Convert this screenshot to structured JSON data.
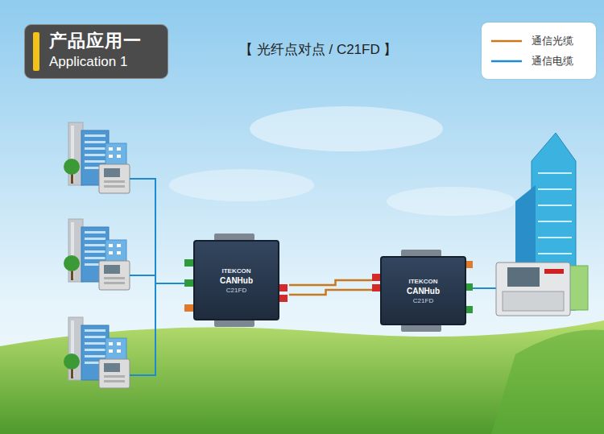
{
  "diagram": {
    "title": "【 光纤点对点 / C21FD 】",
    "nodes": [
      {
        "text": [
          "产品应用一",
          "Application 1"
        ]
      },
      {
        "text": [
          "ITEKCON",
          "CANHub",
          "C21FD"
        ]
      },
      {
        "text": [
          "ITEKCON",
          "CANHub",
          "C21FD"
        ]
      }
    ],
    "edges": [
      {
        "from": 1,
        "to": 2,
        "arrow": "none"
      }
    ],
    "legend": [
      {
        "text": "通信光缆"
      },
      {
        "text": "通信电缆"
      }
    ]
  }
}
